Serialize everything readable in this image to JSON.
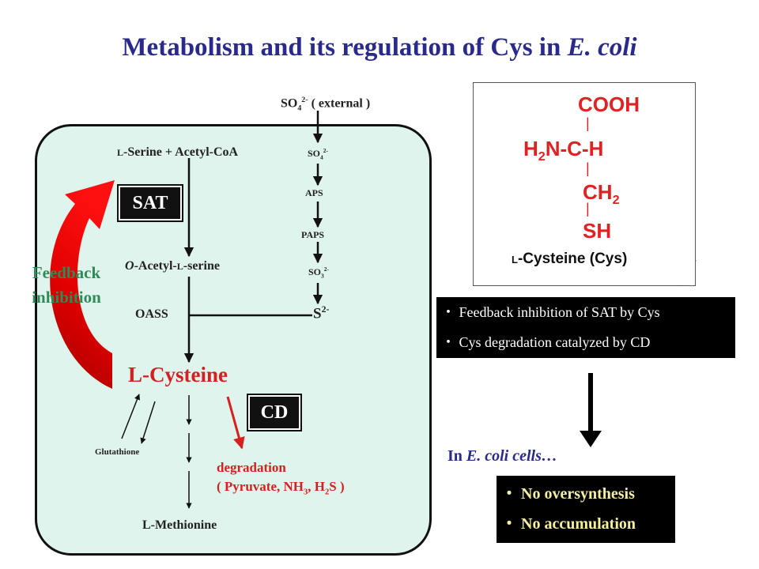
{
  "title": {
    "prefix": "Metabolism and its regulation of Cys in ",
    "species": "E. coli"
  },
  "pathway": {
    "sulfate_external": {
      "base": "SO",
      "sub": "4",
      "sup": "2-",
      "suffix": " ( external )"
    },
    "serine_acetylcoa": {
      "prefix": "L",
      "text": "-Serine + Acetyl-CoA"
    },
    "sulfate_internal": {
      "base": "SO",
      "sub": "4",
      "sup": "2-"
    },
    "aps": "APS",
    "paps": "PAPS",
    "sulfite": {
      "base": "SO",
      "sub": "3",
      "sup": "2-"
    },
    "o_acetyl_serine": {
      "prefix": "O",
      "mid": "-Acetyl-",
      "l": "L",
      "suffix": "-serine"
    },
    "oass": "OASS",
    "sulfide": {
      "base": "S",
      "sup": "2-"
    },
    "l_cysteine": "L-Cysteine",
    "glutathione": "Glutathione",
    "l_methionine": "L-Methionine",
    "sat_label": "SAT",
    "cd_label": "CD",
    "feedback_label": [
      "Feedback",
      "inhibition"
    ],
    "degradation": {
      "line1": "degradation",
      "products_prefix": "( Pyruvate, NH",
      "nh_sub": "3",
      "mid": ", H",
      "h_sub": "2",
      "suffix": "S )"
    }
  },
  "structure_card": {
    "cooh": "COOH",
    "h2n_c_h": {
      "h": "H",
      "sub": "2",
      "rest": "N-C-H"
    },
    "ch2": {
      "ch": "CH",
      "sub": "2"
    },
    "sh": "SH",
    "bond": "|",
    "caption": {
      "l": "L",
      "text": "-Cysteine (Cys)"
    }
  },
  "regulation_bullets": [
    "・ Feedback inhibition of SAT by Cys",
    "・ Cys degradation catalyzed by CD"
  ],
  "conclusion": {
    "prefix": "In ",
    "species": "E. coli",
    "suffix": " cells…"
  },
  "result_bullets": [
    "・ No oversynthesis",
    "・ No accumulation"
  ],
  "colors": {
    "title": "#2a2a8c",
    "cell_fill": "#dff4ec",
    "feedback_arrow": "#e00000",
    "feedback_text": "#2e8b57",
    "highlight": "#d62020",
    "result_text": "#f5f0a0"
  }
}
